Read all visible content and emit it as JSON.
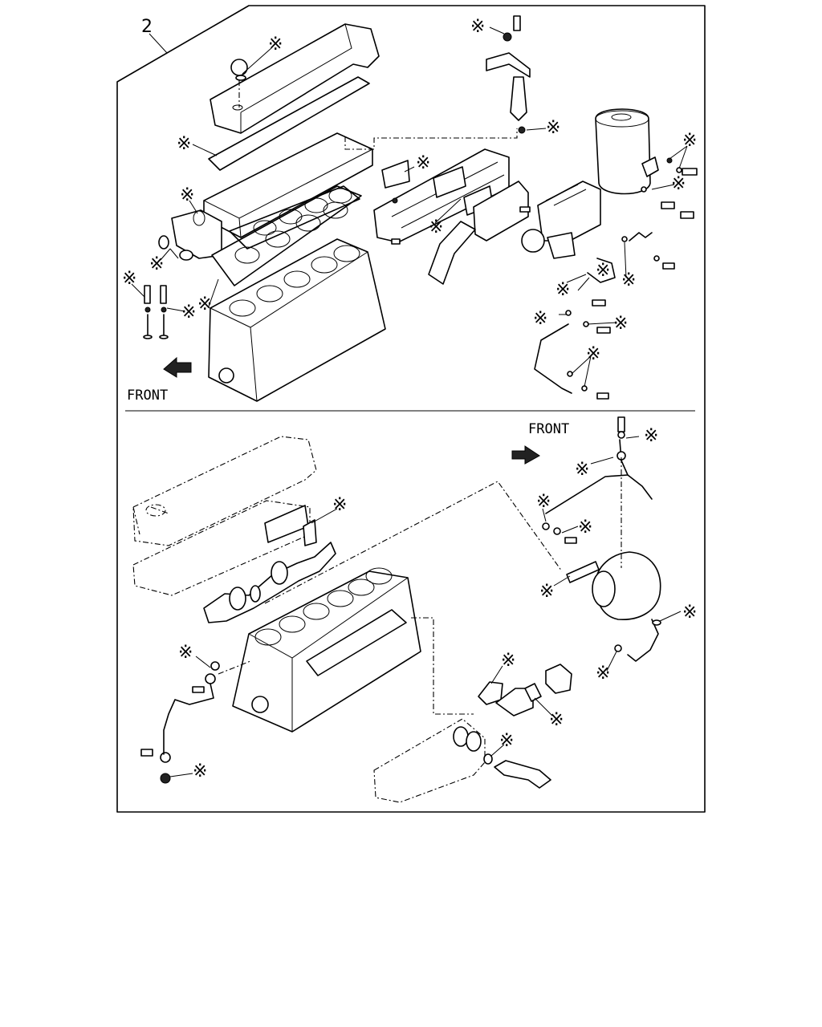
{
  "figure": {
    "item_number": "2",
    "upper_view": {
      "front_label": "FRONT"
    },
    "lower_view": {
      "front_label": "FRONT"
    },
    "kit_marker": "※"
  }
}
